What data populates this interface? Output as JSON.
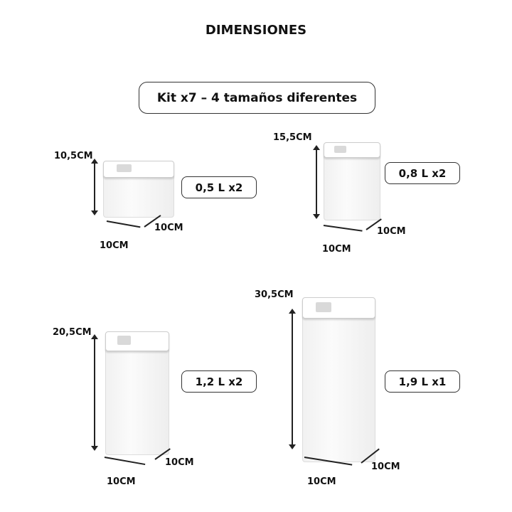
{
  "title": "DIMENSIONES",
  "kit_label": "Kit x7 – 4 tamaños diferentes",
  "containers": [
    {
      "capacity": "0,5 L x2",
      "height": "10,5CM",
      "width": "10CM",
      "depth": "10CM"
    },
    {
      "capacity": "0,8 L x2",
      "height": "15,5CM",
      "width": "10CM",
      "depth": "10CM"
    },
    {
      "capacity": "1,2 L x2",
      "height": "20,5CM",
      "width": "10CM",
      "depth": "10CM"
    },
    {
      "capacity": "1,9 L x1",
      "height": "30,5CM",
      "width": "10CM",
      "depth": "10CM"
    }
  ]
}
